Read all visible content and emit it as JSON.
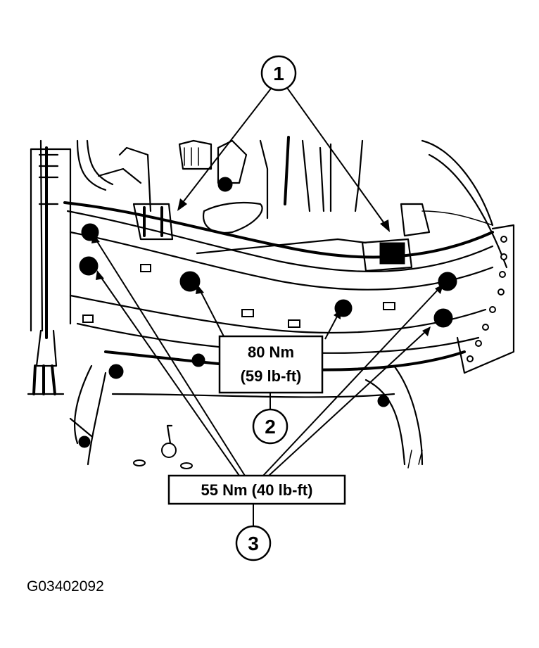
{
  "callouts": {
    "c1": "1",
    "c2": "2",
    "c3": "3"
  },
  "torque": {
    "spec_80_line1": "80 Nm",
    "spec_80_line2": "(59 lb-ft)",
    "spec_55": "55 Nm (40 lb-ft)"
  },
  "figure_id": "G03402092"
}
